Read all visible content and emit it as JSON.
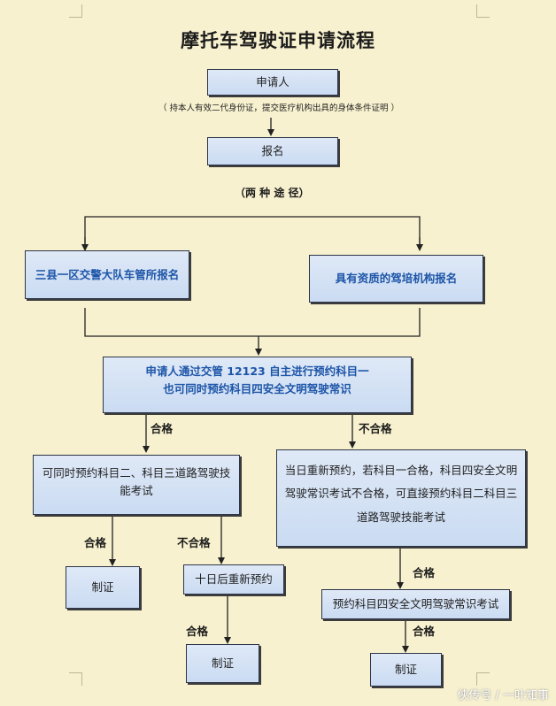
{
  "title": "摩托车驾驶证申请流程",
  "nodes": {
    "applicant": "申请人",
    "applicant_note": "（ 持本人有效二代身份证，提交医疗机构出具的身体条件证明 ）",
    "register": "报名",
    "two_ways": "（两 种 途 径）",
    "left_route": "三县一区交警大队车管所报名",
    "right_route": "具有资质的驾培机构报名",
    "main_line1": "申请人通过交管 12123 自主进行预约科目一",
    "main_line2": "也可同时预约科目四安全文明驾驶常识",
    "left_mid_line1": "可同时预约科目二、科目三道路驾驶技",
    "left_mid_line2": "能考试",
    "right_mid_line1": "当日重新预约，若科目一合格，科目四安全文明",
    "right_mid_line2": "驾驶常识考试不合格，可直接预约科目二科目三",
    "right_mid_line3": "道路驾驶技能考试",
    "license_1": "制证",
    "rebook": "十日后重新预约",
    "license_2": "制证",
    "subject4_exam": "预约科目四安全文明驾驶常识考试",
    "license_3": "制证"
  },
  "labels": {
    "pass": "合格",
    "fail": "不合格"
  },
  "watermark": "侠传号 / 一叶知事"
}
